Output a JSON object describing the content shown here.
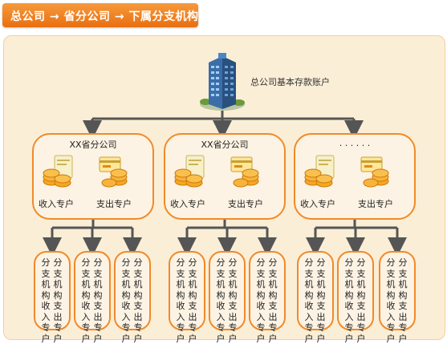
{
  "header": {
    "title": "总公司 → 省分公司 → 下属分支机构"
  },
  "hq": {
    "label": "总公司基本存款账户",
    "icon": "office-building-icon"
  },
  "branches": [
    {
      "title": "XX省分公司",
      "income_label": "收入专户",
      "expense_label": "支出专户",
      "subs": [
        {
          "col1": "分支机构收入专户",
          "col2": "分支机构支出专户"
        },
        {
          "col1": "分支机构收入专户",
          "col2": "分支机构支出专户"
        },
        {
          "col1": "分支机构收入专户",
          "col2": "分支机构支出专户"
        }
      ]
    },
    {
      "title": "XX省分公司",
      "income_label": "收入专户",
      "expense_label": "支出专户",
      "subs": [
        {
          "col1": "分支机构收入专户",
          "col2": "分支机构支出专户"
        },
        {
          "col1": "分支机构收入专户",
          "col2": "分支机构支出专户"
        },
        {
          "col1": "分支机构收入专户",
          "col2": "分支机构支出专户"
        }
      ]
    },
    {
      "title": ". . . . . .",
      "income_label": "收入专户",
      "expense_label": "支出专户",
      "subs": [
        {
          "col1": "分支机构收入专户",
          "col2": "分支机构支出专户"
        },
        {
          "col1": "分支机构收入专户",
          "col2": "分支机构支出专户"
        },
        {
          "col1": "分支机构收入专户",
          "col2": "分支机构支出专户"
        }
      ]
    }
  ],
  "colors": {
    "header_orange": "#ef7d1c",
    "panel_bg": "#fbeed6",
    "box_border": "#f08a2a",
    "connector": "#555555",
    "coin_gold": "#f6a623"
  }
}
